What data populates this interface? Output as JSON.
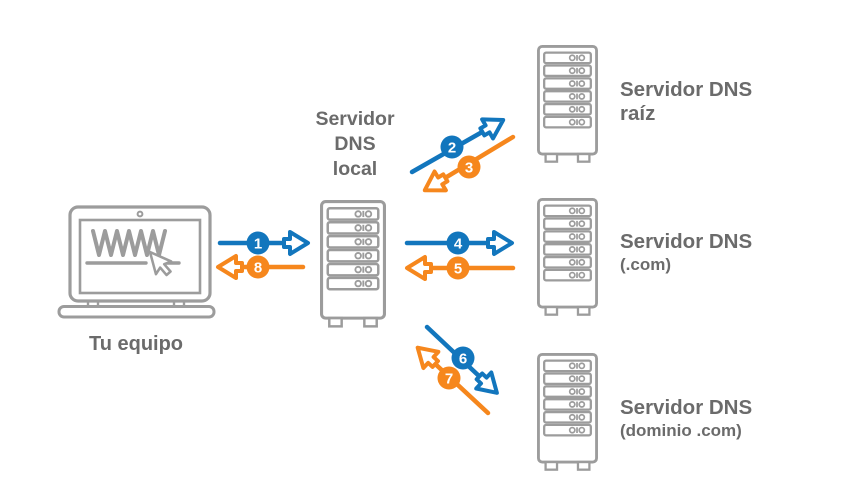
{
  "palette": {
    "request_blue": "#1276bd",
    "response_orange": "#f6871d",
    "icon_gray": "#9c9c9c",
    "text_gray": "#6b6b6b",
    "background": "#ffffff"
  },
  "client": {
    "label": "Tu equipo"
  },
  "local_dns": {
    "label": "Servidor\nDNS\nlocal"
  },
  "servers": {
    "root": {
      "title": "Servidor DNS",
      "subtitle": "raíz"
    },
    "com": {
      "title": "Servidor DNS",
      "subtitle": "(.com)"
    },
    "domain": {
      "title": "Servidor DNS",
      "subtitle": "(dominio .com)"
    }
  },
  "steps": [
    {
      "number": "1",
      "color": "blue",
      "direction": "right"
    },
    {
      "number": "2",
      "color": "blue",
      "direction": "up-right"
    },
    {
      "number": "3",
      "color": "orange",
      "direction": "down-left"
    },
    {
      "number": "4",
      "color": "blue",
      "direction": "right"
    },
    {
      "number": "5",
      "color": "orange",
      "direction": "left"
    },
    {
      "number": "6",
      "color": "blue",
      "direction": "down-right"
    },
    {
      "number": "7",
      "color": "orange",
      "direction": "up-left"
    },
    {
      "number": "8",
      "color": "orange",
      "direction": "left"
    }
  ]
}
